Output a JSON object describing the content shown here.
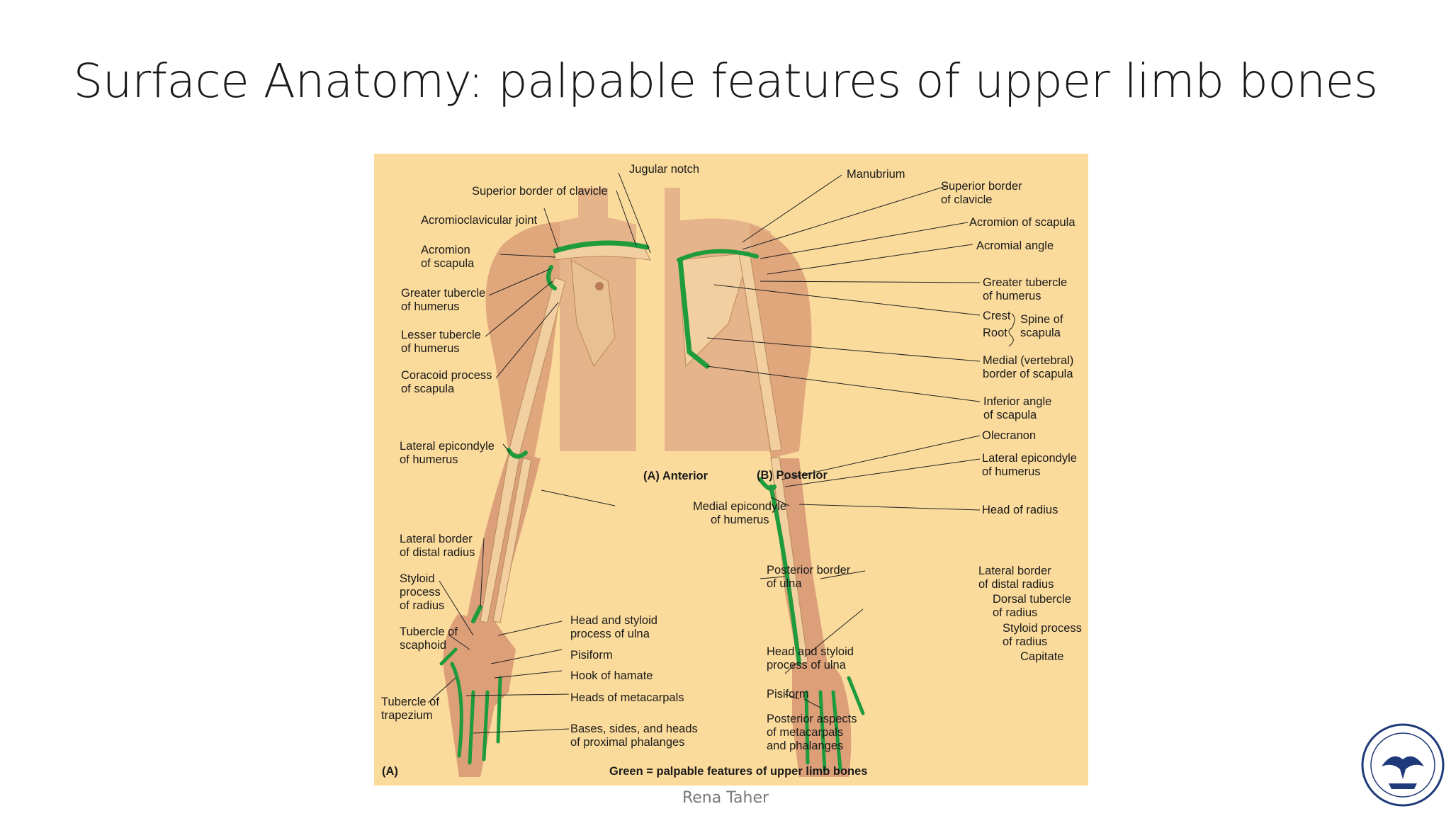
{
  "slide": {
    "title": "Surface Anatomy: palpable features of upper limb bones",
    "footer": "Rena Taher"
  },
  "figure": {
    "panel_a": "(A)  Anterior",
    "panel_b": "(B)  Posterior",
    "corner_tag": "(A)",
    "legend": "Green = palpable features of upper limb bones",
    "labels_left": {
      "superior_border_clavicle": "Superior border of clavicle",
      "acromioclavicular_joint": "Acromioclavicular joint",
      "acromion_1": "Acromion",
      "acromion_2": "of scapula",
      "greater_tubercle_1": "Greater tubercle",
      "greater_tubercle_2": "of humerus",
      "lesser_tubercle_1": "Lesser tubercle",
      "lesser_tubercle_2": "of humerus",
      "coracoid_1": "Coracoid process",
      "coracoid_2": "of scapula",
      "lateral_epicondyle_1": "Lateral epicondyle",
      "lateral_epicondyle_2": "of humerus",
      "lateral_border_radius_1": "Lateral border",
      "lateral_border_radius_2": "of distal radius",
      "styloid_radius_1": "Styloid",
      "styloid_radius_2": "process",
      "styloid_radius_3": "of radius",
      "tubercle_scaphoid_1": "Tubercle of",
      "tubercle_scaphoid_2": "scaphoid",
      "tubercle_trapezium_1": "Tubercle of",
      "tubercle_trapezium_2": "trapezium"
    },
    "labels_center": {
      "jugular_notch": "Jugular notch",
      "manubrium": "Manubrium",
      "medial_epicondyle_1": "Medial epicondyle",
      "medial_epicondyle_2": "of humerus",
      "head_styloid_ulna_1": "Head and styloid",
      "head_styloid_ulna_2": "process of ulna",
      "pisiform": "Pisiform",
      "hook_hamate": "Hook of hamate",
      "heads_metacarpals": "Heads of metacarpals",
      "bases_phalanges_1": "Bases, sides, and heads",
      "bases_phalanges_2": "of proximal phalanges",
      "posterior_border_ulna_1": "Posterior border",
      "posterior_border_ulna_2": "of ulna",
      "head_styloid_ulna_b_1": "Head and styloid",
      "head_styloid_ulna_b_2": "process of ulna",
      "pisiform_b": "Pisiform",
      "posterior_aspects_1": "Posterior aspects",
      "posterior_aspects_2": "of metacarpals",
      "posterior_aspects_3": "and phalanges"
    },
    "labels_right": {
      "superior_border_clavicle_1": "Superior border",
      "superior_border_clavicle_2": "of clavicle",
      "acromion_scapula": "Acromion of scapula",
      "acromial_angle": "Acromial angle",
      "greater_tubercle_1": "Greater tubercle",
      "greater_tubercle_2": "of humerus",
      "crest": "Crest",
      "root": "Root",
      "spine_1": "Spine of",
      "spine_2": "scapula",
      "medial_border_1": "Medial (vertebral)",
      "medial_border_2": "border of scapula",
      "inferior_angle_1": "Inferior angle",
      "inferior_angle_2": "of scapula",
      "olecranon": "Olecranon",
      "lateral_epicondyle_1": "Lateral epicondyle",
      "lateral_epicondyle_2": "of humerus",
      "head_radius": "Head of radius",
      "lateral_border_radius_1": "Lateral border",
      "lateral_border_radius_2": "of distal radius",
      "dorsal_tubercle_1": "Dorsal tubercle",
      "dorsal_tubercle_2": "of radius",
      "styloid_radius_1": "Styloid process",
      "styloid_radius_2": "of radius",
      "capitate": "Capitate"
    }
  },
  "colors": {
    "figure_bg": "#fbdb9c",
    "skin": "#e6b48a",
    "bone": "#f2cfa0",
    "palpable_green": "#1e9b3c",
    "logo_blue": "#1f3a7a"
  },
  "icons": {
    "logo": "university-seal-icon"
  }
}
